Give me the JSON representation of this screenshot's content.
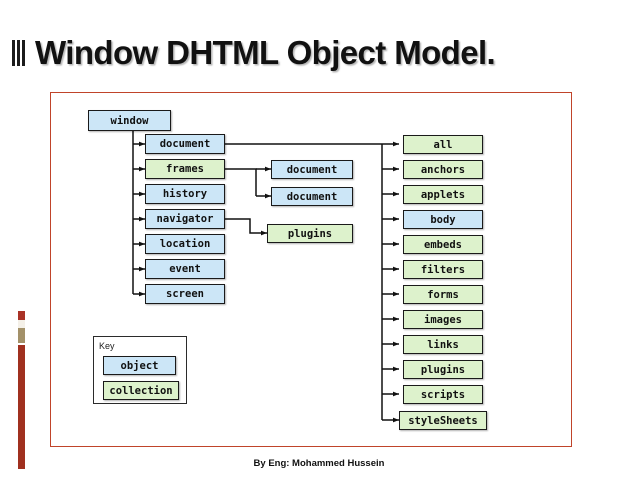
{
  "slide": {
    "title": "Window DHTML Object Model.",
    "bullet_glyph": "three-bars",
    "footer": "By  Eng: Mohammed Hussein",
    "frame_color": "#C0442A"
  },
  "legend": {
    "caption": "Key",
    "items": [
      {
        "label": "object",
        "kind": "object",
        "color": "#CCE6F7"
      },
      {
        "label": "collection",
        "kind": "collection",
        "color": "#DDF2CC"
      }
    ]
  },
  "diagram": {
    "type": "tree",
    "root": {
      "label": "window",
      "kind": "object"
    },
    "window_children": [
      {
        "label": "document",
        "kind": "object"
      },
      {
        "label": "frames",
        "kind": "collection"
      },
      {
        "label": "history",
        "kind": "object"
      },
      {
        "label": "navigator",
        "kind": "object"
      },
      {
        "label": "location",
        "kind": "object"
      },
      {
        "label": "event",
        "kind": "object"
      },
      {
        "label": "screen",
        "kind": "object"
      }
    ],
    "frames_children": [
      {
        "label": "document",
        "kind": "object"
      },
      {
        "label": "document",
        "kind": "object"
      }
    ],
    "navigator_children": [
      {
        "label": "plugins",
        "kind": "collection"
      }
    ],
    "document_children": [
      {
        "label": "all",
        "kind": "collection"
      },
      {
        "label": "anchors",
        "kind": "collection"
      },
      {
        "label": "applets",
        "kind": "collection"
      },
      {
        "label": "body",
        "kind": "object"
      },
      {
        "label": "embeds",
        "kind": "collection"
      },
      {
        "label": "filters",
        "kind": "collection"
      },
      {
        "label": "forms",
        "kind": "collection"
      },
      {
        "label": "images",
        "kind": "collection"
      },
      {
        "label": "links",
        "kind": "collection"
      },
      {
        "label": "plugins",
        "kind": "collection"
      },
      {
        "label": "scripts",
        "kind": "collection"
      },
      {
        "label": "styleSheets",
        "kind": "collection"
      }
    ]
  }
}
